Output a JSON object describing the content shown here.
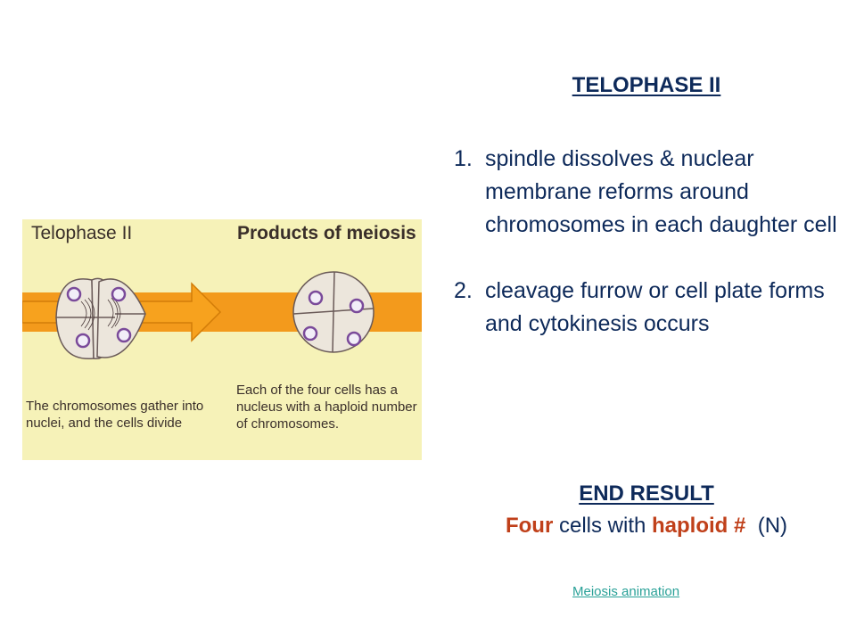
{
  "figure": {
    "title_left": "Telophase II",
    "title_right": "Products of meiosis",
    "caption_left": "The chromosomes gather into nuclei, and the cells divide",
    "caption_right": "Each of the four cells has a nucleus with a haploid number of chromosomes."
  },
  "heading": "TELOPHASE II",
  "steps": [
    {
      "num": "1.",
      "text": "spindle dissolves & nuclear membrane reforms around chromosomes in each daughter cell"
    },
    {
      "num": "2.",
      "text": "cleavage furrow or cell plate forms and cytokinesis occurs"
    }
  ],
  "result": {
    "title": "END RESULT",
    "word1": "Four",
    "mid": " cells with ",
    "word2": "haploid #",
    "tail": "  (N)"
  },
  "link": "Meiosis animation",
  "colors": {
    "text": "#0e2a5a",
    "accent": "#c0401a",
    "link": "#2aa198",
    "figure_bg": "#f6f2b8",
    "arrow": "#f39a1c"
  }
}
